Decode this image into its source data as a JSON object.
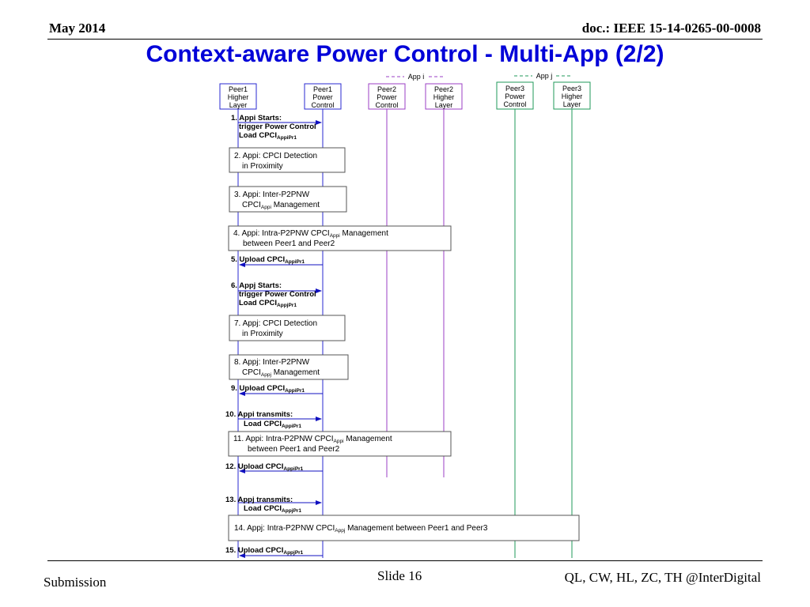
{
  "header": {
    "date": "May 2014",
    "doc": "doc.: IEEE 15-14-0265-00-0008"
  },
  "title": "Context-aware Power Control - Multi-App (2/2)",
  "footer": {
    "left": "Submission",
    "center": "Slide 16",
    "right": "QL, CW, HL, ZC, TH @InterDigital"
  },
  "colors": {
    "title": "#0000d8",
    "peer1": "#2a2ad0",
    "peer2": "#9b3fc4",
    "peer3": "#1f9a5a",
    "arrow": "#1010c0",
    "box_border": "#555555"
  },
  "groups": {
    "app_i": "App i",
    "app_j": "App j"
  },
  "lifelines": [
    {
      "id": "peer1-higher-layer",
      "lines": [
        "Peer1",
        "Higher",
        "Layer"
      ]
    },
    {
      "id": "peer1-power-control",
      "lines": [
        "Peer1",
        "Power",
        "Control"
      ]
    },
    {
      "id": "peer2-power-control",
      "lines": [
        "Peer2",
        "Power",
        "Control"
      ]
    },
    {
      "id": "peer2-higher-layer",
      "lines": [
        "Peer2",
        "Higher",
        "Layer"
      ]
    },
    {
      "id": "peer3-power-control",
      "lines": [
        "Peer3",
        "Power",
        "Control"
      ]
    },
    {
      "id": "peer3-higher-layer",
      "lines": [
        "Peer3",
        "Higher",
        "Layer"
      ]
    }
  ],
  "messages": [
    {
      "step": 1,
      "lines": [
        "1. Appi Starts:",
        "trigger Power Control",
        "Load CPCI"
      ],
      "sub": "AppiPr1",
      "direction": "right"
    },
    {
      "step": 5,
      "lines": [
        "5. Upload CPCI"
      ],
      "sub": "AppiPr1",
      "direction": "left"
    },
    {
      "step": 6,
      "lines": [
        "6. Appj Starts:",
        "trigger Power Control",
        "Load CPCI"
      ],
      "sub": "AppjPr1",
      "direction": "right"
    },
    {
      "step": 9,
      "lines": [
        "9. Upload CPCI"
      ],
      "sub": "AppiPr1",
      "direction": "left"
    },
    {
      "step": 10,
      "lines": [
        "10. Appi transmits:",
        "Load CPCI"
      ],
      "sub": "AppiPr1",
      "direction": "right"
    },
    {
      "step": 12,
      "lines": [
        "12. Upload CPCI"
      ],
      "sub": "AppiPr1",
      "direction": "left"
    },
    {
      "step": 13,
      "lines": [
        "13. Appj transmits:",
        "Load CPCI"
      ],
      "sub": "AppjPr1",
      "direction": "right"
    },
    {
      "step": 15,
      "lines": [
        "15. Upload CPCI"
      ],
      "sub": "AppjPr1",
      "direction": "left"
    }
  ],
  "boxes": [
    {
      "step": 2,
      "line1": "2. Appi: CPCI Detection",
      "line2": "in Proximity"
    },
    {
      "step": 3,
      "line1": "3. Appi: Inter-P2PNW",
      "line2a": "CPCI",
      "line2sub": "Appi",
      "line2b": " Management"
    },
    {
      "step": 4,
      "line1a": "4. Appi: Intra-P2PNW CPCI",
      "line1sub": "Appi",
      "line1b": " Management",
      "line2": "between Peer1 and Peer2"
    },
    {
      "step": 7,
      "line1": "7. Appj: CPCI Detection",
      "line2": "in Proximity"
    },
    {
      "step": 8,
      "line1": "8. Appj: Inter-P2PNW",
      "line2a": "CPCI",
      "line2sub": "Appj",
      "line2b": " Management"
    },
    {
      "step": 11,
      "line1a": "11. Appi: Intra-P2PNW CPCI",
      "line1sub": "Appi",
      "line1b": " Management",
      "line2": "between Peer1 and Peer2"
    },
    {
      "step": 14,
      "line1a": "14. Appj: Intra-P2PNW CPCI",
      "line1sub": "Appj",
      "line1b": " Management between Peer1 and Peer3"
    }
  ]
}
